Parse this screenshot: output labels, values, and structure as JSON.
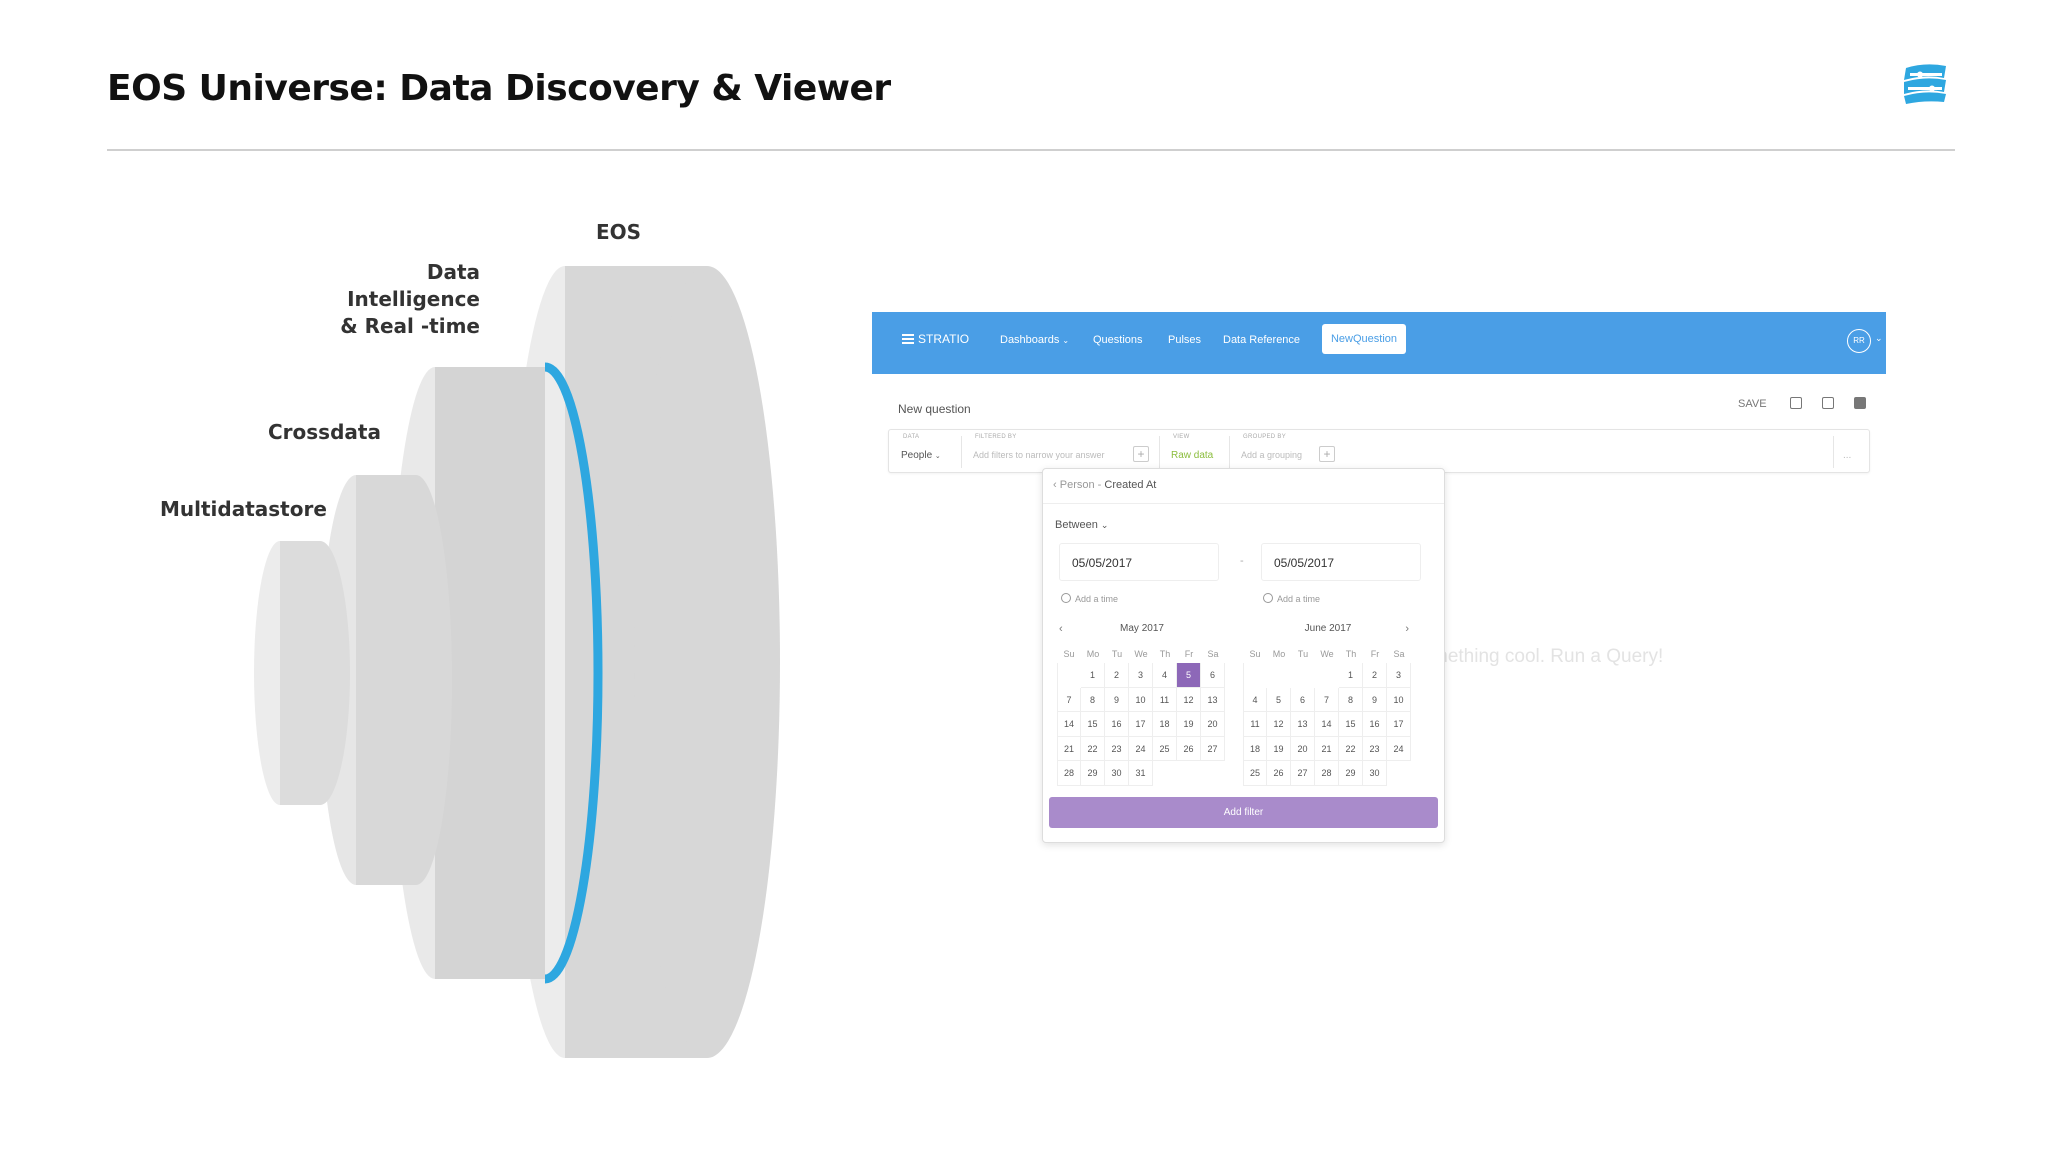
{
  "slide": {
    "title": "EOS Universe: Data Discovery & Viewer",
    "accent": "#2ea7e0"
  },
  "diagram": {
    "layers": [
      {
        "label": "EOS"
      },
      {
        "label": "Data Intelligence & Real -time"
      },
      {
        "label": "Crossdata"
      },
      {
        "label": "Multidatastore"
      }
    ]
  },
  "app": {
    "nav": {
      "brand": "STRATIO",
      "items": [
        "Dashboards",
        "Questions",
        "Pulses",
        "Data Reference"
      ],
      "active": "NewQuestion",
      "avatar": "RR",
      "color": "#4a9ee6"
    },
    "question_title": "New question",
    "save_label": "SAVE",
    "filter_bar": {
      "data_label": "DATA",
      "data_value": "People",
      "filtered_label": "FILTERED BY",
      "filtered_placeholder": "Add filters to narrow your answer",
      "view_label": "VIEW",
      "view_value": "Raw data",
      "grouped_label": "GROUPED BY",
      "grouped_placeholder": "Add a grouping",
      "more": "..."
    },
    "background_hint": "mething cool. Run a Query!",
    "popover": {
      "crumb_parent": "Person",
      "crumb_sep": "-",
      "crumb_field": "Created At",
      "operator": "Between",
      "start_date": "05/05/2017",
      "dash": "-",
      "end_date": "05/05/2017",
      "add_time": "Add a time",
      "weekdays": [
        "Su",
        "Mo",
        "Tu",
        "We",
        "Th",
        "Fr",
        "Sa"
      ],
      "calendars": [
        {
          "month": "May 2017",
          "days": [
            "",
            "1",
            "2",
            "3",
            "4",
            "5",
            "6",
            "7",
            "8",
            "9",
            "10",
            "11",
            "12",
            "13",
            "14",
            "15",
            "16",
            "17",
            "18",
            "19",
            "20",
            "21",
            "22",
            "23",
            "24",
            "25",
            "26",
            "27",
            "28",
            "29",
            "30",
            "31"
          ],
          "selected": "5"
        },
        {
          "month": "June 2017",
          "days": [
            "",
            "",
            "",
            "",
            "1",
            "2",
            "3",
            "4",
            "5",
            "6",
            "7",
            "8",
            "9",
            "10",
            "11",
            "12",
            "13",
            "14",
            "15",
            "16",
            "17",
            "18",
            "19",
            "20",
            "21",
            "22",
            "23",
            "24",
            "25",
            "26",
            "27",
            "28",
            "29",
            "30"
          ],
          "selected": ""
        }
      ],
      "submit_label": "Add filter",
      "submit_color": "#a98bcb"
    }
  }
}
